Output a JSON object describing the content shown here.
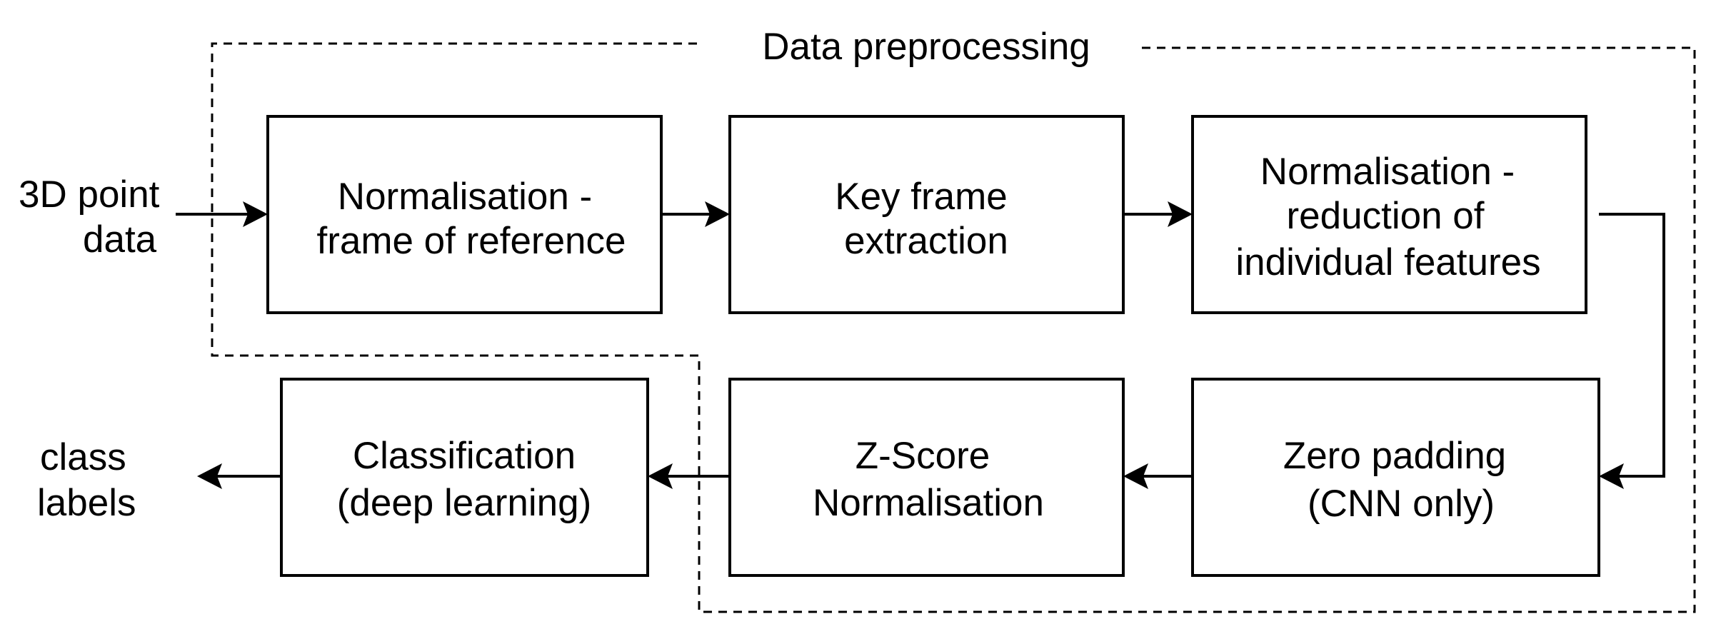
{
  "group_label": "Data preprocessing",
  "input": {
    "line1": "3D point",
    "line2": "data"
  },
  "output": {
    "line1": "class",
    "line2": "labels"
  },
  "steps": [
    {
      "id": "normalisation-frame",
      "lines": [
        "Normalisation -",
        "frame of reference"
      ]
    },
    {
      "id": "key-frame-extraction",
      "lines": [
        "Key frame",
        "extraction"
      ]
    },
    {
      "id": "normalisation-reduction",
      "lines": [
        "Normalisation -",
        "reduction of",
        "individual features"
      ]
    },
    {
      "id": "zero-padding",
      "lines": [
        "Zero padding",
        "(CNN only)"
      ]
    },
    {
      "id": "z-score",
      "lines": [
        "Z-Score",
        "Normalisation"
      ]
    },
    {
      "id": "classification",
      "lines": [
        "Classification",
        "(deep learning)"
      ]
    }
  ]
}
